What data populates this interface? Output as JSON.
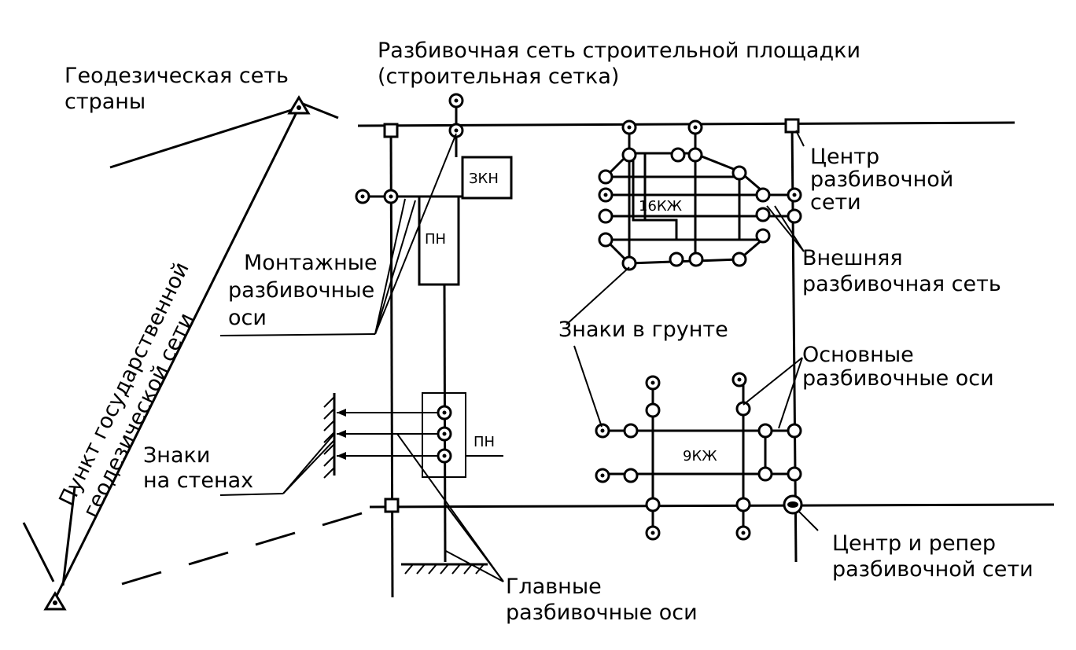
{
  "labels": {
    "geodetic_network": [
      "Геодезическая сеть",
      "страны"
    ],
    "site_grid": [
      "Разбивочная сеть строительной площадки",
      "(строительная сетка)"
    ],
    "grid_center": [
      "Центр",
      "разбивочной",
      "сети"
    ],
    "external_grid": [
      "Внешняя",
      "разбивочная сеть"
    ],
    "mounting_axes": [
      "Монтажные",
      "разбивочные",
      "оси"
    ],
    "ground_marks": "Знаки в грунте",
    "main_axes": [
      "Основные",
      "разбивочные оси"
    ],
    "wall_marks": [
      "Знаки",
      "на стенах"
    ],
    "state_point": [
      "Пункт государственной",
      "геодезической сети"
    ],
    "center_benchmark": [
      "Центр и репер",
      "разбивочной сети"
    ],
    "principal_axes": [
      "Главные",
      "разбивочные оси"
    ]
  },
  "buildings": {
    "zkn": "ЗКН",
    "pn_top": "ПН",
    "b16": "16КЖ",
    "pn_bottom": "ПН",
    "b9": "9КЖ"
  },
  "colors": {
    "ink": "#000000",
    "paper": "#ffffff"
  }
}
